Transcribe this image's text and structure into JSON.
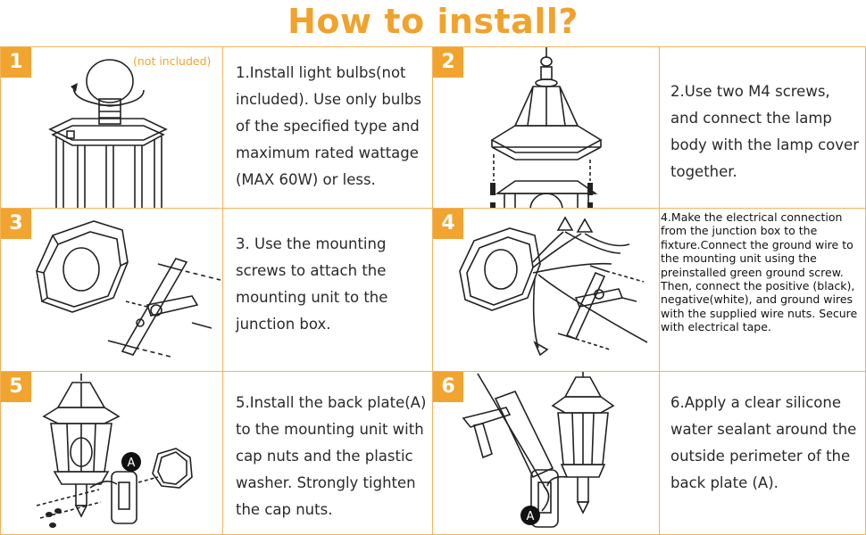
{
  "title": "How to install?",
  "steps": [
    {
      "num": "1",
      "note": "(not included)",
      "text": "1.Install light bulbs(not included). Use only bulbs of the specified type and maximum rated wattage (MAX 60W) or less."
    },
    {
      "num": "2",
      "text": "2.Use two M4 screws, and connect the lamp body with the lamp cover together."
    },
    {
      "num": "3",
      "text": "3. Use the mounting screws to attach the mounting unit to the junction box."
    },
    {
      "num": "4",
      "text": "4.Make the electrical connection from the junction box to the fixture.Connect the ground wire to the mounting unit using the preinstalled green ground screw. Then, connect the positive (black), negative(white), and ground wires with the supplied wire nuts. Secure with electrical tape."
    },
    {
      "num": "5",
      "label": "A",
      "text": "5.Install the back plate(A) to the mounting unit with cap nuts and the plastic washer. Strongly tighten the cap nuts."
    },
    {
      "num": "6",
      "label": "A",
      "text": "6.Apply a clear silicone water sealant around the outside perimeter of the back plate (A)."
    }
  ],
  "colors": {
    "accent": "#f1a42f",
    "title": "#f0a22e",
    "border": "#f3b35a"
  }
}
